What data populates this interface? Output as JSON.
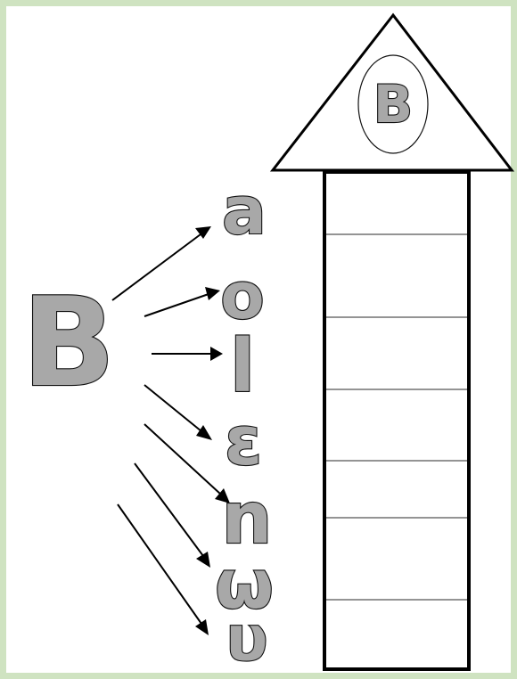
{
  "worksheet": {
    "source_letter": "B",
    "roof_letter": "B",
    "vowels": [
      "a",
      "o",
      "l",
      "ε",
      "n",
      "ω",
      "υ"
    ]
  },
  "colors": {
    "page_border": "#cfe3c1",
    "letter_fill": "#a8a8a8",
    "outline": "#000000"
  }
}
